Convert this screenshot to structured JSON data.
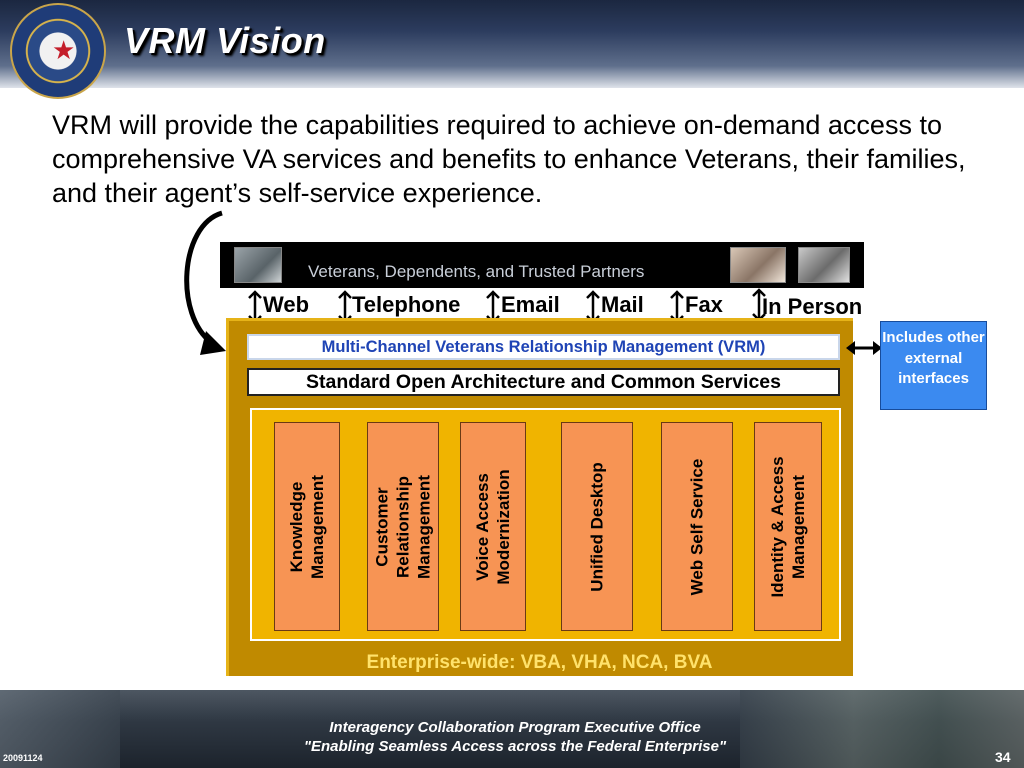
{
  "slide": {
    "title": "VRM Vision",
    "intro": "VRM will provide the capabilities required to achieve on-demand access to comprehensive VA services and benefits to enhance Veterans, their families, and their agent’s self-service experience."
  },
  "audience_bar": {
    "label": "Veterans, Dependents, and Trusted Partners"
  },
  "channels": [
    "Web",
    "Telephone",
    "Email",
    "Mail",
    "Fax",
    "In Person"
  ],
  "vrm_layer": {
    "label": "Multi-Channel Veterans Relationship Management (VRM)"
  },
  "architecture_layer": {
    "label": "Standard Open Architecture and Common Services"
  },
  "modules": [
    "Knowledge\nManagement",
    "Customer\nRelationship\nManagement",
    "Voice Access\nModernization",
    "Unified Desktop",
    "Web Self Service",
    "Identity & Access\nManagement"
  ],
  "enterprise": {
    "label": "Enterprise-wide: VBA, VHA, NCA, BVA"
  },
  "external": {
    "label": "Includes other external interfaces"
  },
  "footer": {
    "line1": "Interagency Collaboration Program Executive Office",
    "line2": "\"Enabling Seamless Access across the Federal Enterprise\"",
    "date": "20091124",
    "page": "34"
  },
  "icons": [
    "va-seal-icon",
    "double-arrow-icon",
    "curved-arrow-icon"
  ],
  "colors": {
    "enterprise": "#c08a00",
    "modules_panel": "#f0b400",
    "module": "#f79454",
    "vrm_text": "#1f44b5",
    "external": "#3b8af0"
  }
}
